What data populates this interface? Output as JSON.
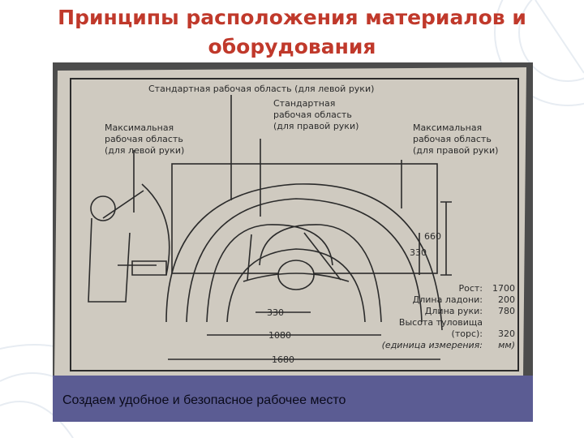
{
  "slide": {
    "title_line1": "Принципы расположения материалов и",
    "title_line2": "оборудования",
    "caption": "Создаем удобное и безопасное рабочее место"
  },
  "figure": {
    "label_std_left": "Стандартная рабочая область (для левой руки)",
    "label_std_right": [
      "Стандартная",
      "рабочая область",
      "(для правой руки)"
    ],
    "label_max_left": [
      "Максимальная",
      "рабочая область",
      "(для левой руки)"
    ],
    "label_max_right": [
      "Максимальная",
      "рабочая область",
      "(для правой руки)"
    ],
    "dim_660": "660",
    "dim_330_vertical": "330",
    "dim_330": "330",
    "dim_1080": "1080",
    "dim_1680": "1680",
    "specs": [
      {
        "label": "Рост:",
        "value": "1700"
      },
      {
        "label": "Длина ладони:",
        "value": "200"
      },
      {
        "label": "Длина руки:",
        "value": "780"
      },
      {
        "label": "Высота туловища",
        "value": ""
      },
      {
        "label": "(торс):",
        "value": "320"
      },
      {
        "label": "(единица измерения:",
        "value": "мм)"
      }
    ]
  }
}
